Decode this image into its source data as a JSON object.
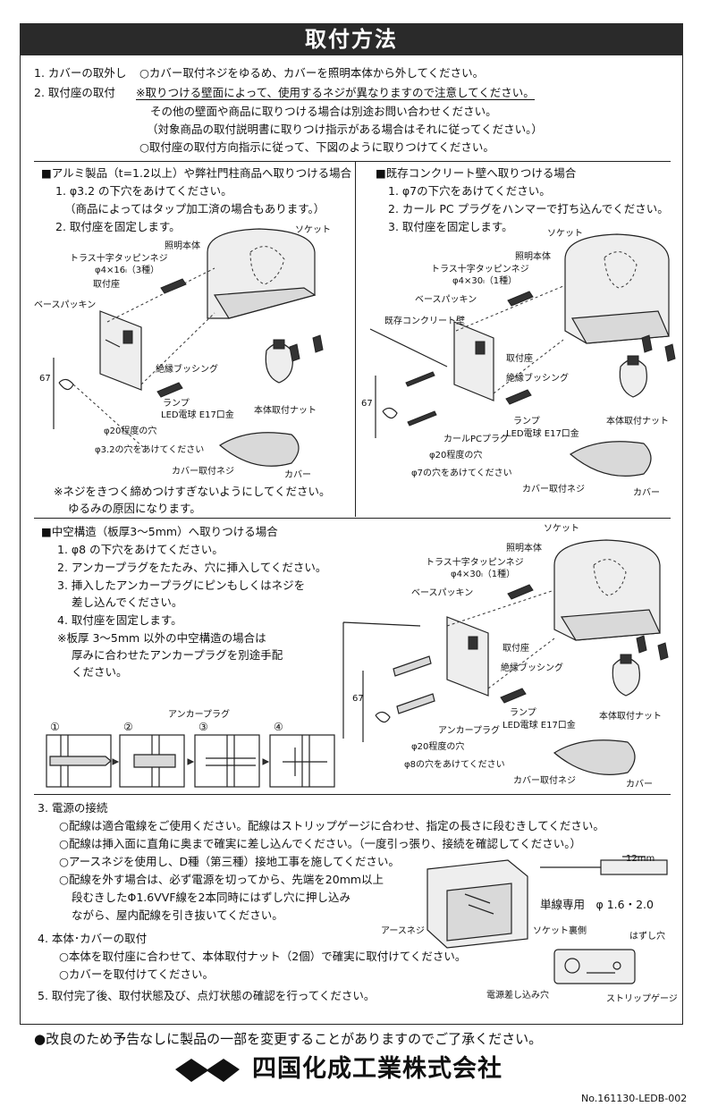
{
  "title": "取付方法",
  "steps": {
    "s1_label": "1. カバーの取外し",
    "s1_text": "○カバー取付ネジをゆるめ、カバーを照明本体から外してください。",
    "s2_label": "2. 取付座の取付",
    "s2_note": "※取りつける壁面によって、使用するネジが異なりますので注意してください。",
    "s2_line2": "その他の壁面や商品に取りつける場合は別途お問い合わせください。",
    "s2_line3": "（対象商品の取付説明書に取りつけ指示がある場合はそれに従ってください。）",
    "s2_line4": "○取付座の取付方向指示に従って、下図のように取りつけてください。"
  },
  "section_a": {
    "heading": "■アルミ製品（t=1.2以上）や弊社門柱商品へ取りつける場合",
    "line1": "1. φ3.2 の下穴をあけてください。",
    "line2": "（商品によってはタップ加工済の場合もあります。）",
    "line3": "2. 取付座を固定します。",
    "note1": "※ネジをきつく締めつけすぎないようにしてください。",
    "note2": "ゆるみの原因になります。",
    "labels": {
      "socket": "ソケット",
      "body": "照明本体",
      "screw": "トラス十字タッピンネジ",
      "screw_spec": "φ4×16ₗ（3種）",
      "mount": "取付座",
      "packing": "ベースパッキン",
      "bushing": "絶縁ブッシング",
      "lamp": "ランプ",
      "lamp_spec": "LED電球 E17口金",
      "nut": "本体取付ナット",
      "hole20": "φ20程度の穴",
      "hole": "φ3.2の穴をあけてください",
      "cover_screw": "カバー取付ネジ",
      "cover": "カバー",
      "dim": "67"
    }
  },
  "section_b": {
    "heading": "■既存コンクリート壁へ取りつける場合",
    "line1": "1. φ7の下穴をあけてください。",
    "line2": "2. カール PC プラグをハンマーで打ち込んでください。",
    "line3": "3. 取付座を固定します。",
    "labels": {
      "socket": "ソケット",
      "body": "照明本体",
      "screw": "トラス十字タッピンネジ",
      "screw_spec": "φ4×30ₗ（1種）",
      "packing": "ベースパッキン",
      "wall": "既存コンクリート壁",
      "mount": "取付座",
      "bushing": "絶縁ブッシング",
      "lamp": "ランプ",
      "lamp_spec": "LED電球 E17口金",
      "nut": "本体取付ナット",
      "plug": "カールPCプラグ",
      "hole20": "φ20程度の穴",
      "hole": "φ7の穴をあけてください",
      "cover_screw": "カバー取付ネジ",
      "cover": "カバー",
      "dim": "67"
    }
  },
  "section_c": {
    "heading": "■中空構造（板厚3〜5mm）へ取りつける場合",
    "line1": "1. φ8 の下穴をあけてください。",
    "line2": "2. アンカープラグをたたみ、穴に挿入してください。",
    "line3": "3. 挿入したアンカープラグにピンもしくはネジを",
    "line3b": "差し込んでください。",
    "line4": "4. 取付座を固定します。",
    "line5": "※板厚 3〜5mm 以外の中空構造の場合は",
    "line5b": "厚みに合わせたアンカープラグを別途手配",
    "line5c": "ください。",
    "seq": [
      "①",
      "②",
      "③",
      "④"
    ],
    "labels": {
      "anchor": "アンカープラグ",
      "socket": "ソケット",
      "body": "照明本体",
      "screw": "トラス十字タッピンネジ",
      "screw_spec": "φ4×30ₗ（1種）",
      "packing": "ベースパッキン",
      "mount": "取付座",
      "bushing": "絶縁ブッシング",
      "lamp": "ランプ",
      "lamp_spec": "LED電球 E17口金",
      "nut": "本体取付ナット",
      "anchor2": "アンカープラグ",
      "hole20": "φ20程度の穴",
      "hole": "φ8の穴をあけてください",
      "cover_screw": "カバー取付ネジ",
      "cover": "カバー",
      "dim": "67"
    }
  },
  "section_power": {
    "heading": "3. 電源の接続",
    "l1": "○配線は適合電線をご使用ください。配線はストリップゲージに合わせ、指定の長さに段むきしてください。",
    "l2": "○配線は挿入面に直角に奥まで確実に差し込んでください。（一度引っ張り、接続を確認してください。）",
    "l3": "○アースネジを使用し、D種（第三種）接地工事を施してください。",
    "l4": "○配線を外す場合は、必ず電源を切ってから、先端を20mm以上",
    "l4b": "段むきしたΦ1.6VVF線を2本同時にはずし穴に押し込み",
    "l4c": "ながら、屋内配線を引き抜いてください。",
    "earth_screw": "アースネジ",
    "strip": "12mm",
    "single_wire": "単線専用　φ 1.6・2.0",
    "socket_back": "ソケット裏側",
    "release": "はずし穴",
    "power_hole": "電源差し込み穴",
    "strip_gauge": "ストリップゲージ"
  },
  "section_body": {
    "heading": "4. 本体･カバーの取付",
    "l1": "○本体を取付座に合わせて、本体取付ナット（2個）で確実に取付けてください。",
    "l2": "○カバーを取付けてください。"
  },
  "step5": "5. 取付完了後、取付状態及び、点灯状態の確認を行ってください。",
  "footer_note": "●改良のため予告なしに製品の一部を変更することがありますのでご了承ください。",
  "company": "四国化成工業株式会社",
  "doc_no": "No.161130-LEDB-002"
}
